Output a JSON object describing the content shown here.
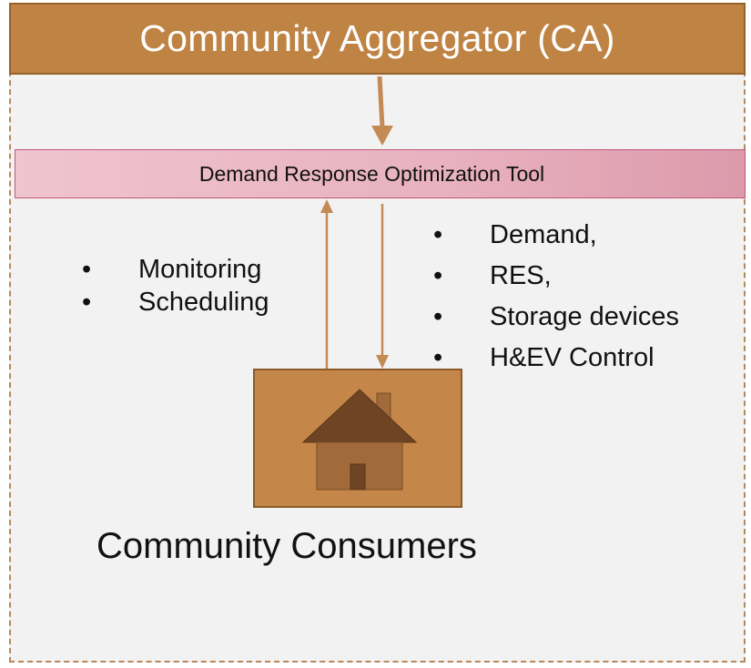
{
  "diagram": {
    "aggregator_title": "Community Aggregator (CA)",
    "tool_title": "Demand Response Optimization Tool",
    "upstream_items": [
      "Monitoring",
      "Scheduling"
    ],
    "downstream_items": [
      "Demand,",
      "RES,",
      "Storage devices",
      "H&EV Control"
    ],
    "consumers_label": "Community Consumers",
    "icons": {
      "house": "house-icon"
    },
    "colors": {
      "header_fill": "#bf8343",
      "frame_border": "#b5895b",
      "tool_fill": "#e8b1bf",
      "arrow": "#c48a55",
      "house_box": "#c58649",
      "house_roof": "#6e4424",
      "house_wall": "#a06a3b"
    }
  }
}
